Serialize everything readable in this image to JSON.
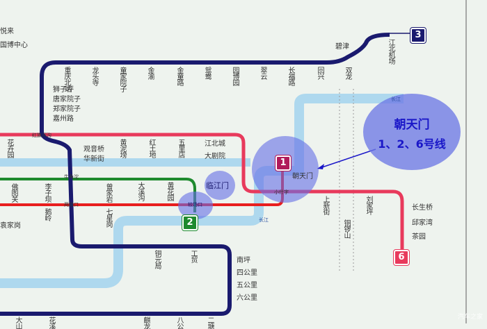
{
  "colors": {
    "line1": "#b01a5a",
    "line2": "#1e8a2e",
    "line3": "#1a1a6e",
    "line6": "#e83a5c",
    "line_red": "#e81e1e",
    "river": "#aed8ee",
    "callout": "#6e78e6",
    "callout_text": "#1a17c8"
  },
  "callout": {
    "station": "朝天门",
    "lines": "1、2、6号线"
  },
  "line_badges": {
    "line1": "1",
    "line2": "2",
    "line3": "3",
    "line6": "6"
  },
  "highlights": {
    "linjiangmen": "临江门",
    "chaotianmen": "朝天门"
  },
  "river": {
    "name": "长江",
    "name2": "长江"
  },
  "corner_text": [
    "悦来",
    "国博中心"
  ],
  "watermark": "汽车之家",
  "line3_top": [
    "重庆北站",
    "龙头寺",
    "童家院子",
    "金渝",
    "金童路",
    "鸳鸯",
    "园博园",
    "翠云",
    "长福路",
    "回兴",
    "双龙",
    "碧津",
    "江北机场"
  ],
  "line3_left": [
    "狮子坪",
    "唐家院子",
    "郑家院子",
    "嘉州路",
    "红旗河沟",
    "观音桥",
    "华新街",
    "牛角沱",
    "两路口"
  ],
  "line3_bottom": [
    "铜元局",
    "工贸",
    "南坪",
    "四公里",
    "五公里",
    "六公里",
    "二塘",
    "八公",
    "麒龙",
    "花溪",
    "大山"
  ],
  "line6_top": [
    "花卉园",
    "黄泥塝",
    "红土地",
    "五里店",
    "江北城",
    "大剧院",
    "小什字",
    "上新街",
    "刘家坪",
    "长生桥",
    "邱家湾",
    "茶园"
  ],
  "line2": [
    "佛图关",
    "李子坝",
    "曾家岩",
    "大溪沟",
    "黄花园",
    "较场口"
  ],
  "line1": [
    "鹅岭",
    "七星岗",
    "较场口",
    "小什字"
  ],
  "other": [
    "袁家岗",
    "铜锣山"
  ]
}
